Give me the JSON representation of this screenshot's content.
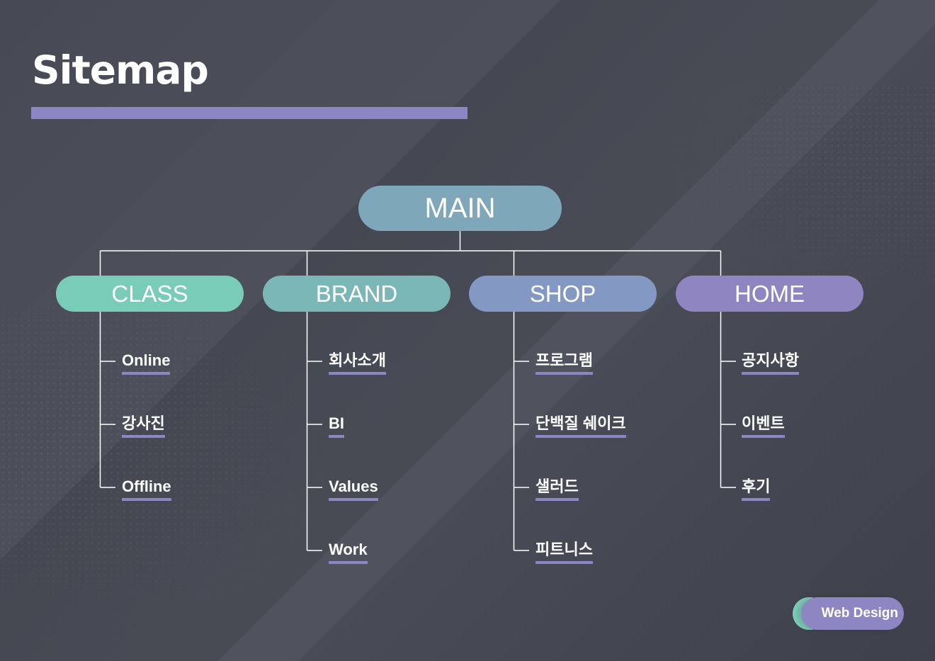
{
  "title": "Sitemap",
  "root": "MAIN",
  "categories": [
    {
      "label": "CLASS",
      "color": "#79cdb8",
      "items": [
        "Online",
        "강사진",
        "Offline"
      ]
    },
    {
      "label": "BRAND",
      "color": "#7bb7b7",
      "items": [
        "회사소개",
        "BI",
        "Values",
        "Work"
      ]
    },
    {
      "label": "SHOP",
      "color": "#8398c2",
      "items": [
        "프로그램",
        "단백질 쉐이크",
        "샐러드",
        "피트니스"
      ]
    },
    {
      "label": "HOME",
      "color": "#8f86c1",
      "items": [
        "공지사항",
        "이벤트",
        "후기"
      ]
    }
  ],
  "badge": "Web Design",
  "colors": {
    "background": "#474a55",
    "accent": "#8c86c4",
    "root": "#7fa7ba",
    "lines": "#ffffff"
  }
}
